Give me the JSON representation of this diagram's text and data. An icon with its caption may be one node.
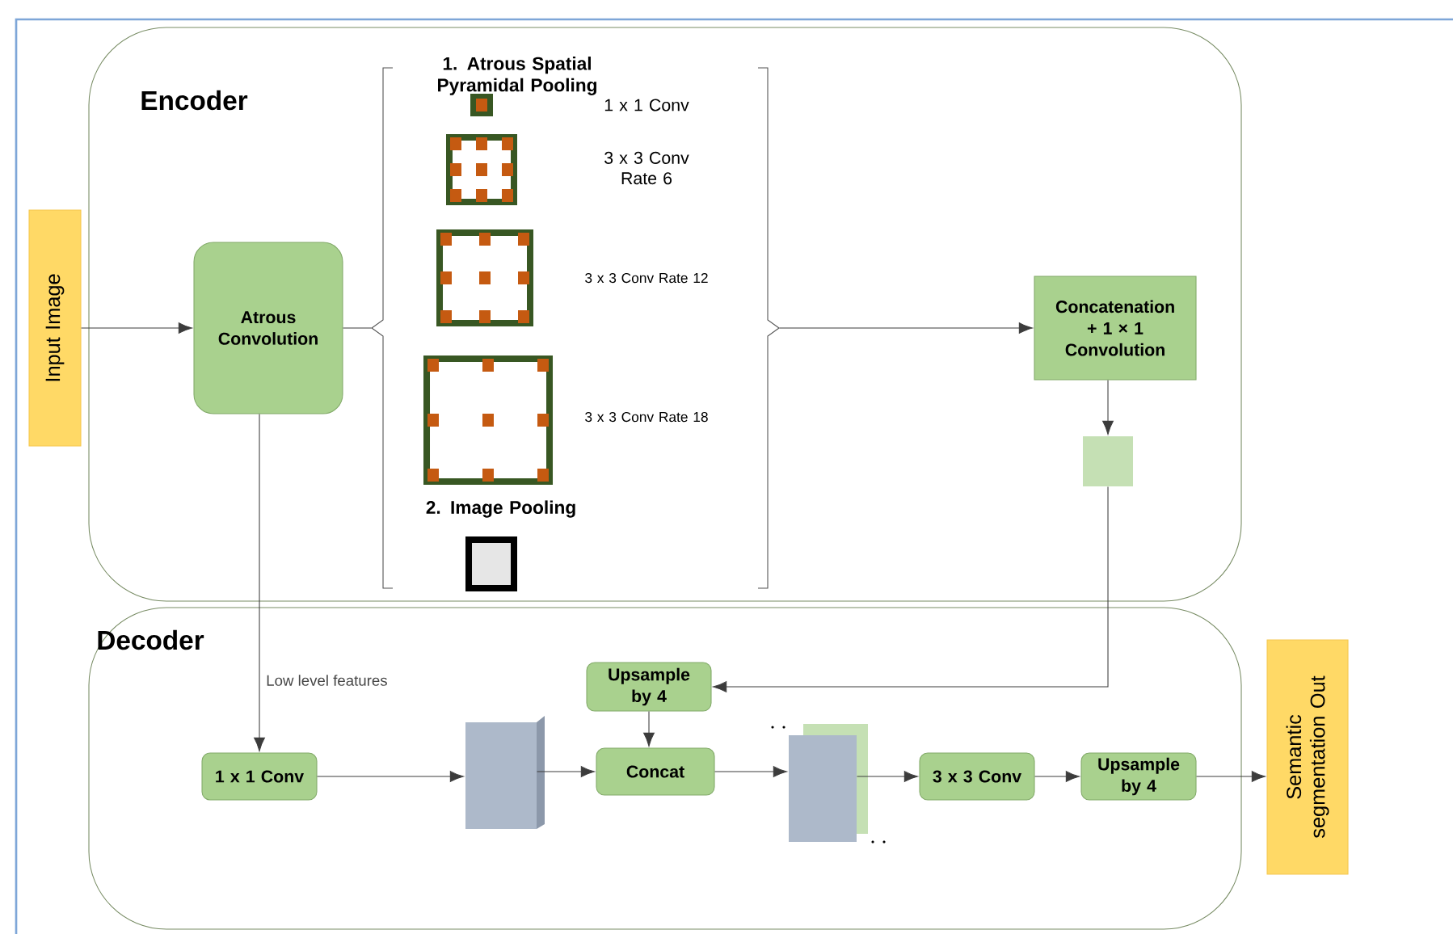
{
  "diagram": {
    "nodes": [
      {
        "text": [
          "Encoder"
        ]
      },
      {
        "text": [
          "Decoder"
        ]
      },
      {
        "text": [
          "Input Image"
        ]
      },
      {
        "text": [
          "Atrous Convolution"
        ],
        "in": 0
      },
      {
        "text": [
          "1. Atrous Spatial Pyramidal Pooling",
          "1 x 1 Conv",
          "3 x 3 Conv Rate 6",
          "3 x 3 Conv Rate 12",
          "3 x 3 Conv Rate 18",
          "2. Image Pooling"
        ],
        "in": 0
      },
      {
        "text": [
          "Concatenation + 1 × 1 Convolution"
        ],
        "in": 0
      },
      {
        "text": [],
        "shape": "box",
        "in": 0
      },
      {
        "text": [
          "Upsample by 4"
        ],
        "in": 1
      },
      {
        "text": [
          "1 x 1 Conv"
        ],
        "in": 1
      },
      {
        "text": [],
        "shape": "box",
        "in": 1
      },
      {
        "text": [
          "Concat"
        ],
        "in": 1
      },
      {
        "text": [],
        "shape": "box",
        "in": 1
      },
      {
        "text": [
          "3 x 3 Conv"
        ],
        "in": 1
      },
      {
        "text": [
          "Upsample by 4"
        ],
        "in": 1
      },
      {
        "text": [
          "Semantic segmentation Out"
        ]
      }
    ],
    "edges": [
      {
        "from": 2,
        "to": 3,
        "arrow": "to"
      },
      {
        "from": 3,
        "to": 4,
        "arrow": "none"
      },
      {
        "from": 4,
        "to": 5,
        "arrow": "to"
      },
      {
        "from": 5,
        "to": 6,
        "arrow": "to"
      },
      {
        "from": 6,
        "to": 7,
        "arrow": "to"
      },
      {
        "from": 3,
        "to": 8,
        "arrow": "to",
        "label": "Low level features"
      },
      {
        "from": 8,
        "to": 9,
        "arrow": "to"
      },
      {
        "from": 9,
        "to": 10,
        "arrow": "to"
      },
      {
        "from": 7,
        "to": 10,
        "arrow": "to"
      },
      {
        "from": 10,
        "to": 11,
        "arrow": "to"
      },
      {
        "from": 11,
        "to": 12,
        "arrow": "to"
      },
      {
        "from": 12,
        "to": 13,
        "arrow": "to"
      },
      {
        "from": 13,
        "to": 14,
        "arrow": "to"
      }
    ]
  }
}
